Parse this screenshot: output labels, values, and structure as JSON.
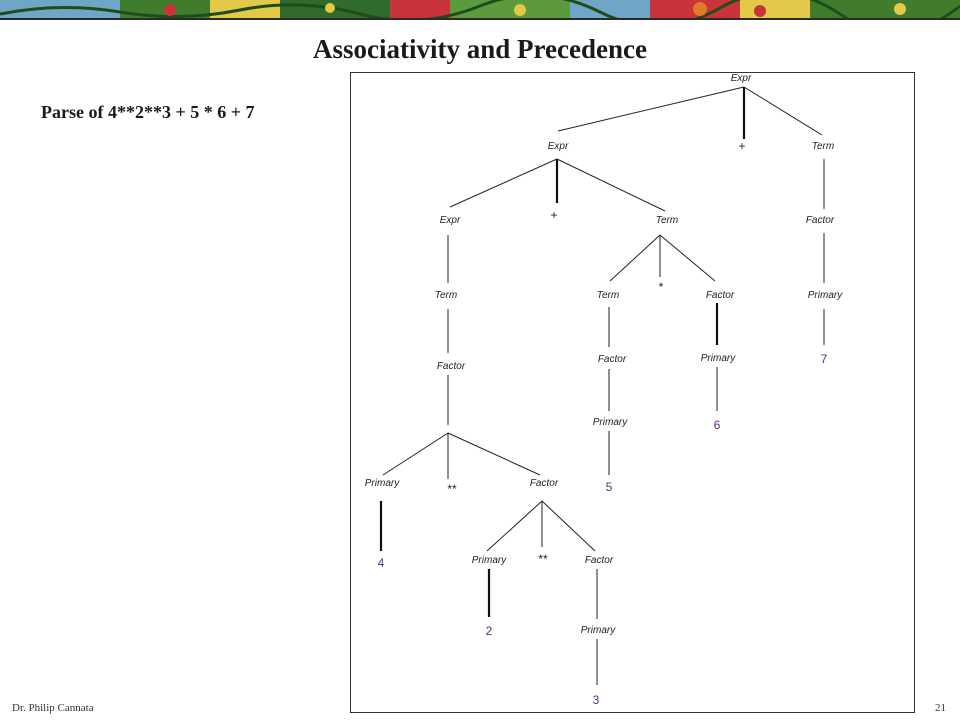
{
  "slide": {
    "title": "Associativity and Precedence",
    "subtitle": "Parse of 4**2**3 + 5 * 6 + 7",
    "author": "Dr. Philip Cannata",
    "page_number": "21"
  },
  "theme": {
    "leaf_color": "#5a2d82",
    "banner_green": "#3f7d2c",
    "banner_red": "#c8343a",
    "banner_yellow": "#e3c84a",
    "banner_blue": "#6fa6c8"
  },
  "tree": {
    "n1": "Expr",
    "n2": "Expr",
    "n3": "+",
    "n4": "Term",
    "n5": "Expr",
    "n6": "+",
    "n7": "Term",
    "n8": "Factor",
    "n9": "Term",
    "n10": "Term",
    "n11": "*",
    "n12": "Factor",
    "n13": "Primary",
    "n14": "Factor",
    "n15": "Factor",
    "n16": "Primary",
    "n17": "7",
    "n18": "Primary",
    "n19": "6",
    "n20": "Primary",
    "n21": "**",
    "n22": "Factor",
    "n23": "5",
    "n24": "4",
    "n25": "Primary",
    "n26": "**",
    "n27": "Factor",
    "n28": "2",
    "n29": "Primary",
    "n30": "3"
  }
}
